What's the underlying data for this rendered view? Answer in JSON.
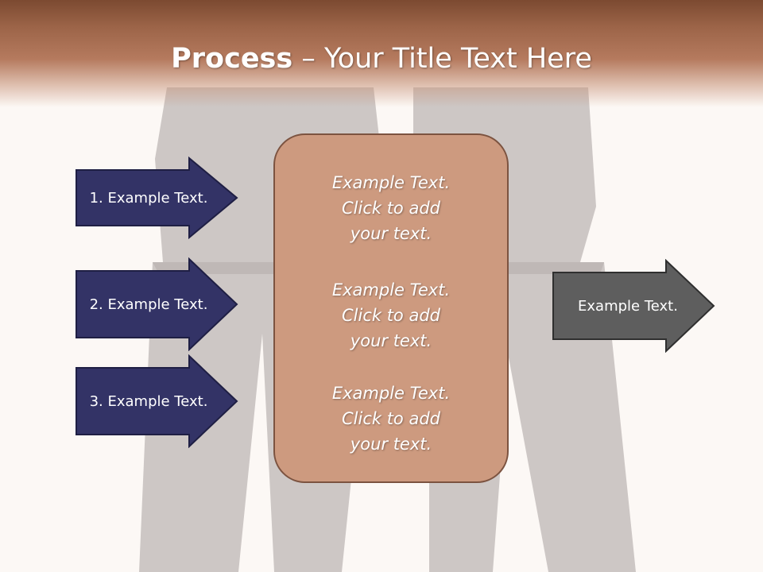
{
  "slide": {
    "title_bold": "Process",
    "title_rest": " – Your Title Text Here",
    "left_arrows": [
      {
        "label": "1. Example Text."
      },
      {
        "label": "2. Example Text."
      },
      {
        "label": "3. Example Text."
      }
    ],
    "center_blocks": [
      {
        "line1": "Example Text.",
        "line2": "Click  to add",
        "line3": "your text."
      },
      {
        "line1": "Example Text.",
        "line2": "Click  to add",
        "line3": "your text."
      },
      {
        "line1": "Example Text.",
        "line2": "Click  to add",
        "line3": "your text."
      }
    ],
    "right_arrow": {
      "label": "Example Text."
    }
  },
  "colors": {
    "header_brown": "#7c4a31",
    "left_arrow_fill": "#333366",
    "right_arrow_fill": "#5e5e5e",
    "center_box_fill": "#cd9a7f",
    "center_box_border": "#7c5340"
  }
}
